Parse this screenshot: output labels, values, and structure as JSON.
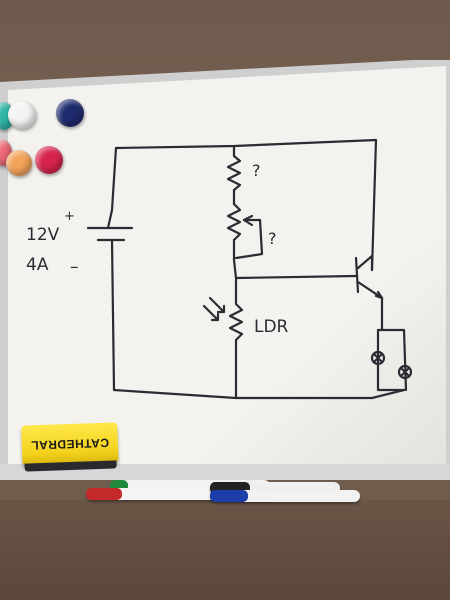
{
  "scene": {
    "subject": "whiteboard-circuit-sketch",
    "colors": {
      "wall": "#6e5a4c",
      "board": "#f3f2ee",
      "frame": "#d9d9d9",
      "ink": "#2b2b33",
      "eraser": "#f3d21c"
    }
  },
  "circuit": {
    "battery_voltage": "12V",
    "battery_plus": "+",
    "battery_current": "4A",
    "battery_minus": "–",
    "resistor_top_label": "?",
    "resistor_variable_label": "?",
    "ldr_label": "LDR"
  },
  "eraser": {
    "brand_text": "CATHEDRAL"
  },
  "magnets": [
    {
      "name": "teal-magnet",
      "color": "#2fb5a6"
    },
    {
      "name": "white-magnet",
      "color": "#f4f4f4"
    },
    {
      "name": "navy-magnet",
      "color": "#1f2b6e"
    },
    {
      "name": "pink-magnet",
      "color": "#ee6a78"
    },
    {
      "name": "orange-magnet",
      "color": "#f4a35a"
    },
    {
      "name": "magenta-magnet",
      "color": "#d8244d"
    }
  ],
  "markers": [
    {
      "name": "green-marker",
      "color": "#1f8a3a"
    },
    {
      "name": "red-marker",
      "color": "#c42a2a"
    },
    {
      "name": "black-marker",
      "color": "#222222"
    },
    {
      "name": "blue-marker",
      "color": "#1b3ea8"
    }
  ]
}
